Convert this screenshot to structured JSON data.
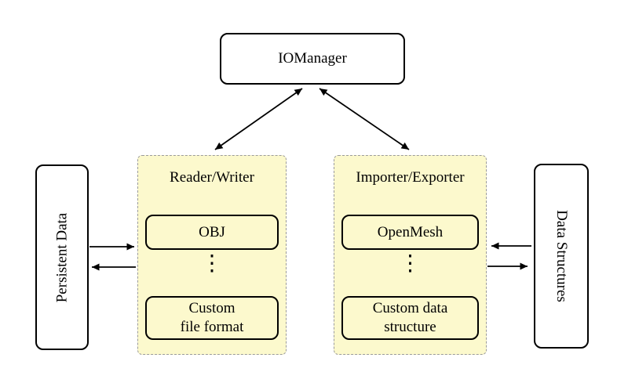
{
  "colors": {
    "background": "#ffffff",
    "group_fill": "#fcf9cd",
    "group_border": "#9b9b9b",
    "node_fill": "#ffffff",
    "stroke": "#000000"
  },
  "nodes": {
    "iomanager": "IOManager",
    "persistent_data": "Persistent Data",
    "data_structures": "Data Structures"
  },
  "groups": {
    "reader_writer": {
      "title": "Reader/Writer",
      "item_top": "OBJ",
      "ellipsis": "⋮",
      "item_bottom": "Custom\nfile format"
    },
    "importer_exporter": {
      "title": "Importer/Exporter",
      "item_top": "OpenMesh",
      "ellipsis": "⋮",
      "item_bottom": "Custom data\nstructure"
    }
  },
  "arrows": {
    "iomanager_reader_writer": "bidirectional",
    "iomanager_importer_exporter": "bidirectional",
    "persistent_data_to_reader_writer": "right",
    "reader_writer_to_persistent_data": "left",
    "data_structures_to_importer_exporter": "left",
    "importer_exporter_to_data_structures": "right"
  }
}
